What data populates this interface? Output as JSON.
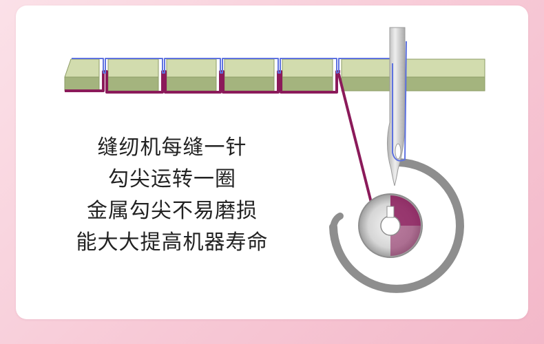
{
  "caption": {
    "lines": [
      "缝纫机每缝一针",
      "勾尖运转一圈",
      "金属勾尖不易磨损",
      "能大大提高机器寿命"
    ]
  },
  "colors": {
    "background": "#f7c9d6",
    "card": "#ffffff",
    "fabric_top": "#d2dcae",
    "fabric_side": "#a4b47e",
    "fabric_edge": "#8c9b66",
    "bottom_thread": "#8b1a5a",
    "top_thread": "#5e72e0",
    "needle": "#c9c9c9",
    "hook_ring": "#8e8e8e",
    "bobbin_center": "#8b1a5a"
  }
}
